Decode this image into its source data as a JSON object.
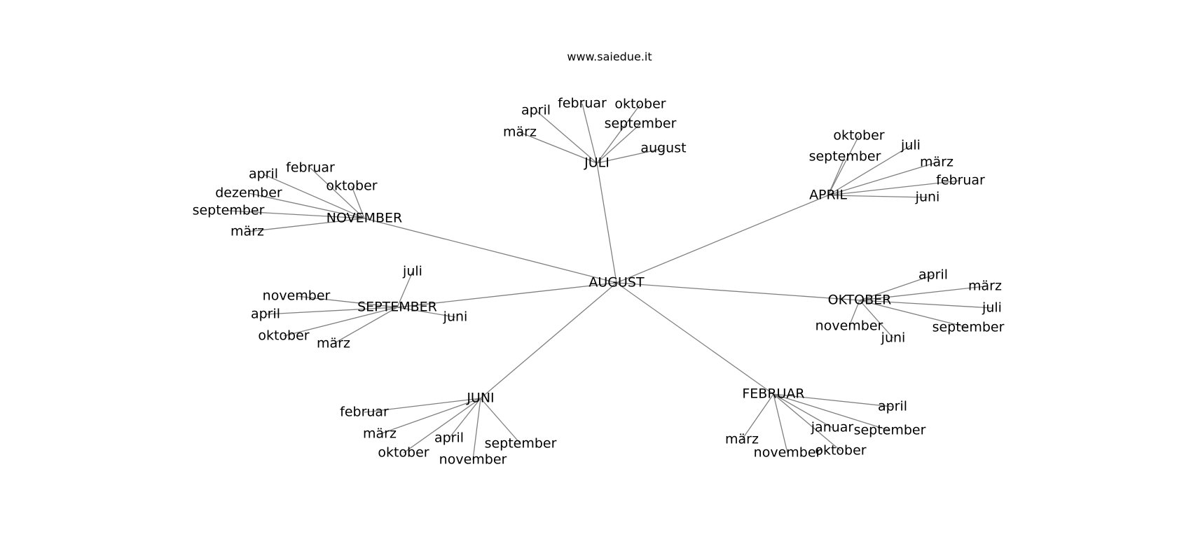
{
  "watermark": "www.saiedue.it",
  "colors": {
    "edge": "#808080",
    "text": "#000000",
    "background": "#ffffff"
  },
  "graph": {
    "center": "AUGUST",
    "clusters": [
      {
        "hub": "JULI",
        "leaves": [
          "april",
          "februar",
          "oktober",
          "märz",
          "september",
          "august"
        ]
      },
      {
        "hub": "APRIL",
        "leaves": [
          "oktober",
          "juli",
          "september",
          "märz",
          "februar",
          "juni"
        ]
      },
      {
        "hub": "NOVEMBER",
        "leaves": [
          "april",
          "februar",
          "oktober",
          "dezember",
          "september",
          "märz"
        ]
      },
      {
        "hub": "SEPTEMBER",
        "leaves": [
          "juli",
          "november",
          "april",
          "juni",
          "oktober",
          "märz"
        ]
      },
      {
        "hub": "OKTOBER",
        "leaves": [
          "april",
          "märz",
          "juli",
          "november",
          "september",
          "juni"
        ]
      },
      {
        "hub": "JUNI",
        "leaves": [
          "februar",
          "märz",
          "april",
          "september",
          "oktober",
          "november"
        ]
      },
      {
        "hub": "FEBRUAR",
        "leaves": [
          "april",
          "januar",
          "september",
          "märz",
          "november",
          "oktober"
        ]
      }
    ]
  }
}
